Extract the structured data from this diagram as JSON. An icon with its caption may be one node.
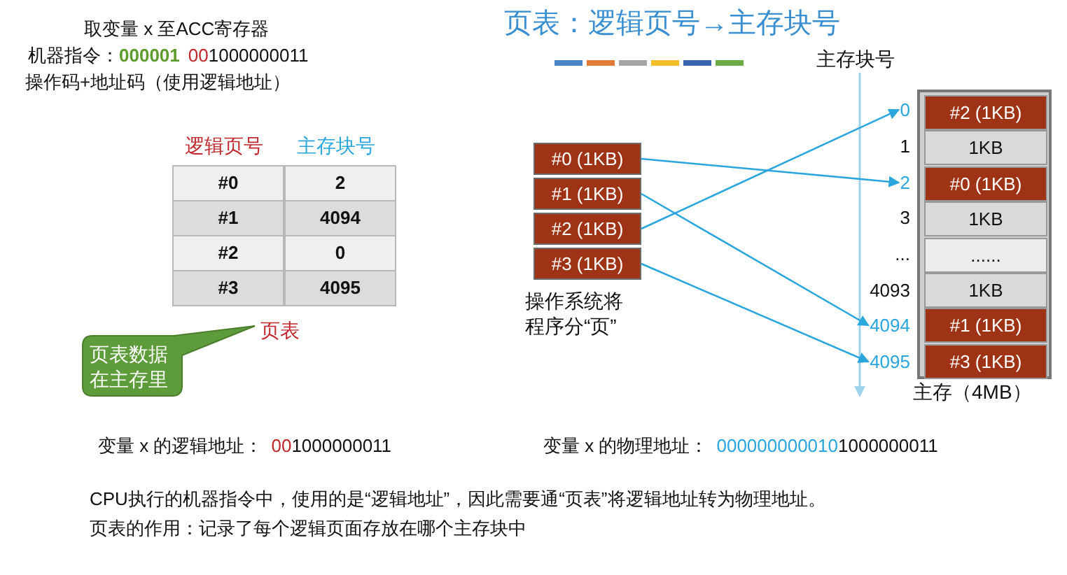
{
  "diagram": {
    "title": "页表：逻辑页号→主存块号",
    "nodes": [
      {
        "text": [
          "#0 (1KB)"
        ]
      },
      {
        "text": [
          "#1 (1KB)"
        ]
      },
      {
        "text": [
          "#2 (1KB)"
        ]
      },
      {
        "text": [
          "#3 (1KB)"
        ]
      },
      {
        "text": [
          "0"
        ]
      },
      {
        "text": [
          "2"
        ]
      },
      {
        "text": [
          "4094"
        ]
      },
      {
        "text": [
          "4095"
        ]
      },
      {
        "text": [
          "主存（4MB）"
        ]
      },
      {
        "text": [
          "#2 (1KB)"
        ],
        "in": 8
      },
      {
        "text": [
          "1KB"
        ],
        "in": 8
      },
      {
        "text": [
          "#0 (1KB)"
        ],
        "in": 8
      },
      {
        "text": [
          "1KB"
        ],
        "in": 8
      },
      {
        "text": [
          "......"
        ],
        "in": 8
      },
      {
        "text": [
          "1KB"
        ],
        "in": 8
      },
      {
        "text": [
          "#1 (1KB)"
        ],
        "in": 8
      },
      {
        "text": [
          "#3 (1KB)"
        ],
        "in": 8
      },
      {
        "text": [
          "页表数据在主存里"
        ]
      }
    ],
    "edges": [
      {
        "from": 0,
        "to": 5,
        "arrow": "to"
      },
      {
        "from": 1,
        "to": 6,
        "arrow": "to"
      },
      {
        "from": 2,
        "to": 4,
        "arrow": "to"
      },
      {
        "from": 3,
        "to": 7,
        "arrow": "to"
      }
    ],
    "labels": [
      "取变量 x 至ACC寄存器",
      "机器指令：",
      "000001",
      "00",
      "1000000011",
      "操作码+地址码（使用逻辑地址）",
      "主存块号",
      "逻辑页号",
      "主存块号",
      "#0",
      "2",
      "#1",
      "4094",
      "#2",
      "0",
      "#3",
      "4095",
      "1",
      "3",
      "...",
      "4093",
      "页表",
      "操作系统将程序分“页”",
      "变量 x 的逻辑地址：",
      "00",
      "1000000011",
      "变量 x 的物理地址：",
      "000000000010",
      "1000000011",
      "CPU执行的机器指令中，使用的是“逻辑地址”，因此需要通“页表”将逻辑地址转为物理地址。",
      "页表的作用：记录了每个逻辑页面存放在哪个主存块中"
    ]
  }
}
